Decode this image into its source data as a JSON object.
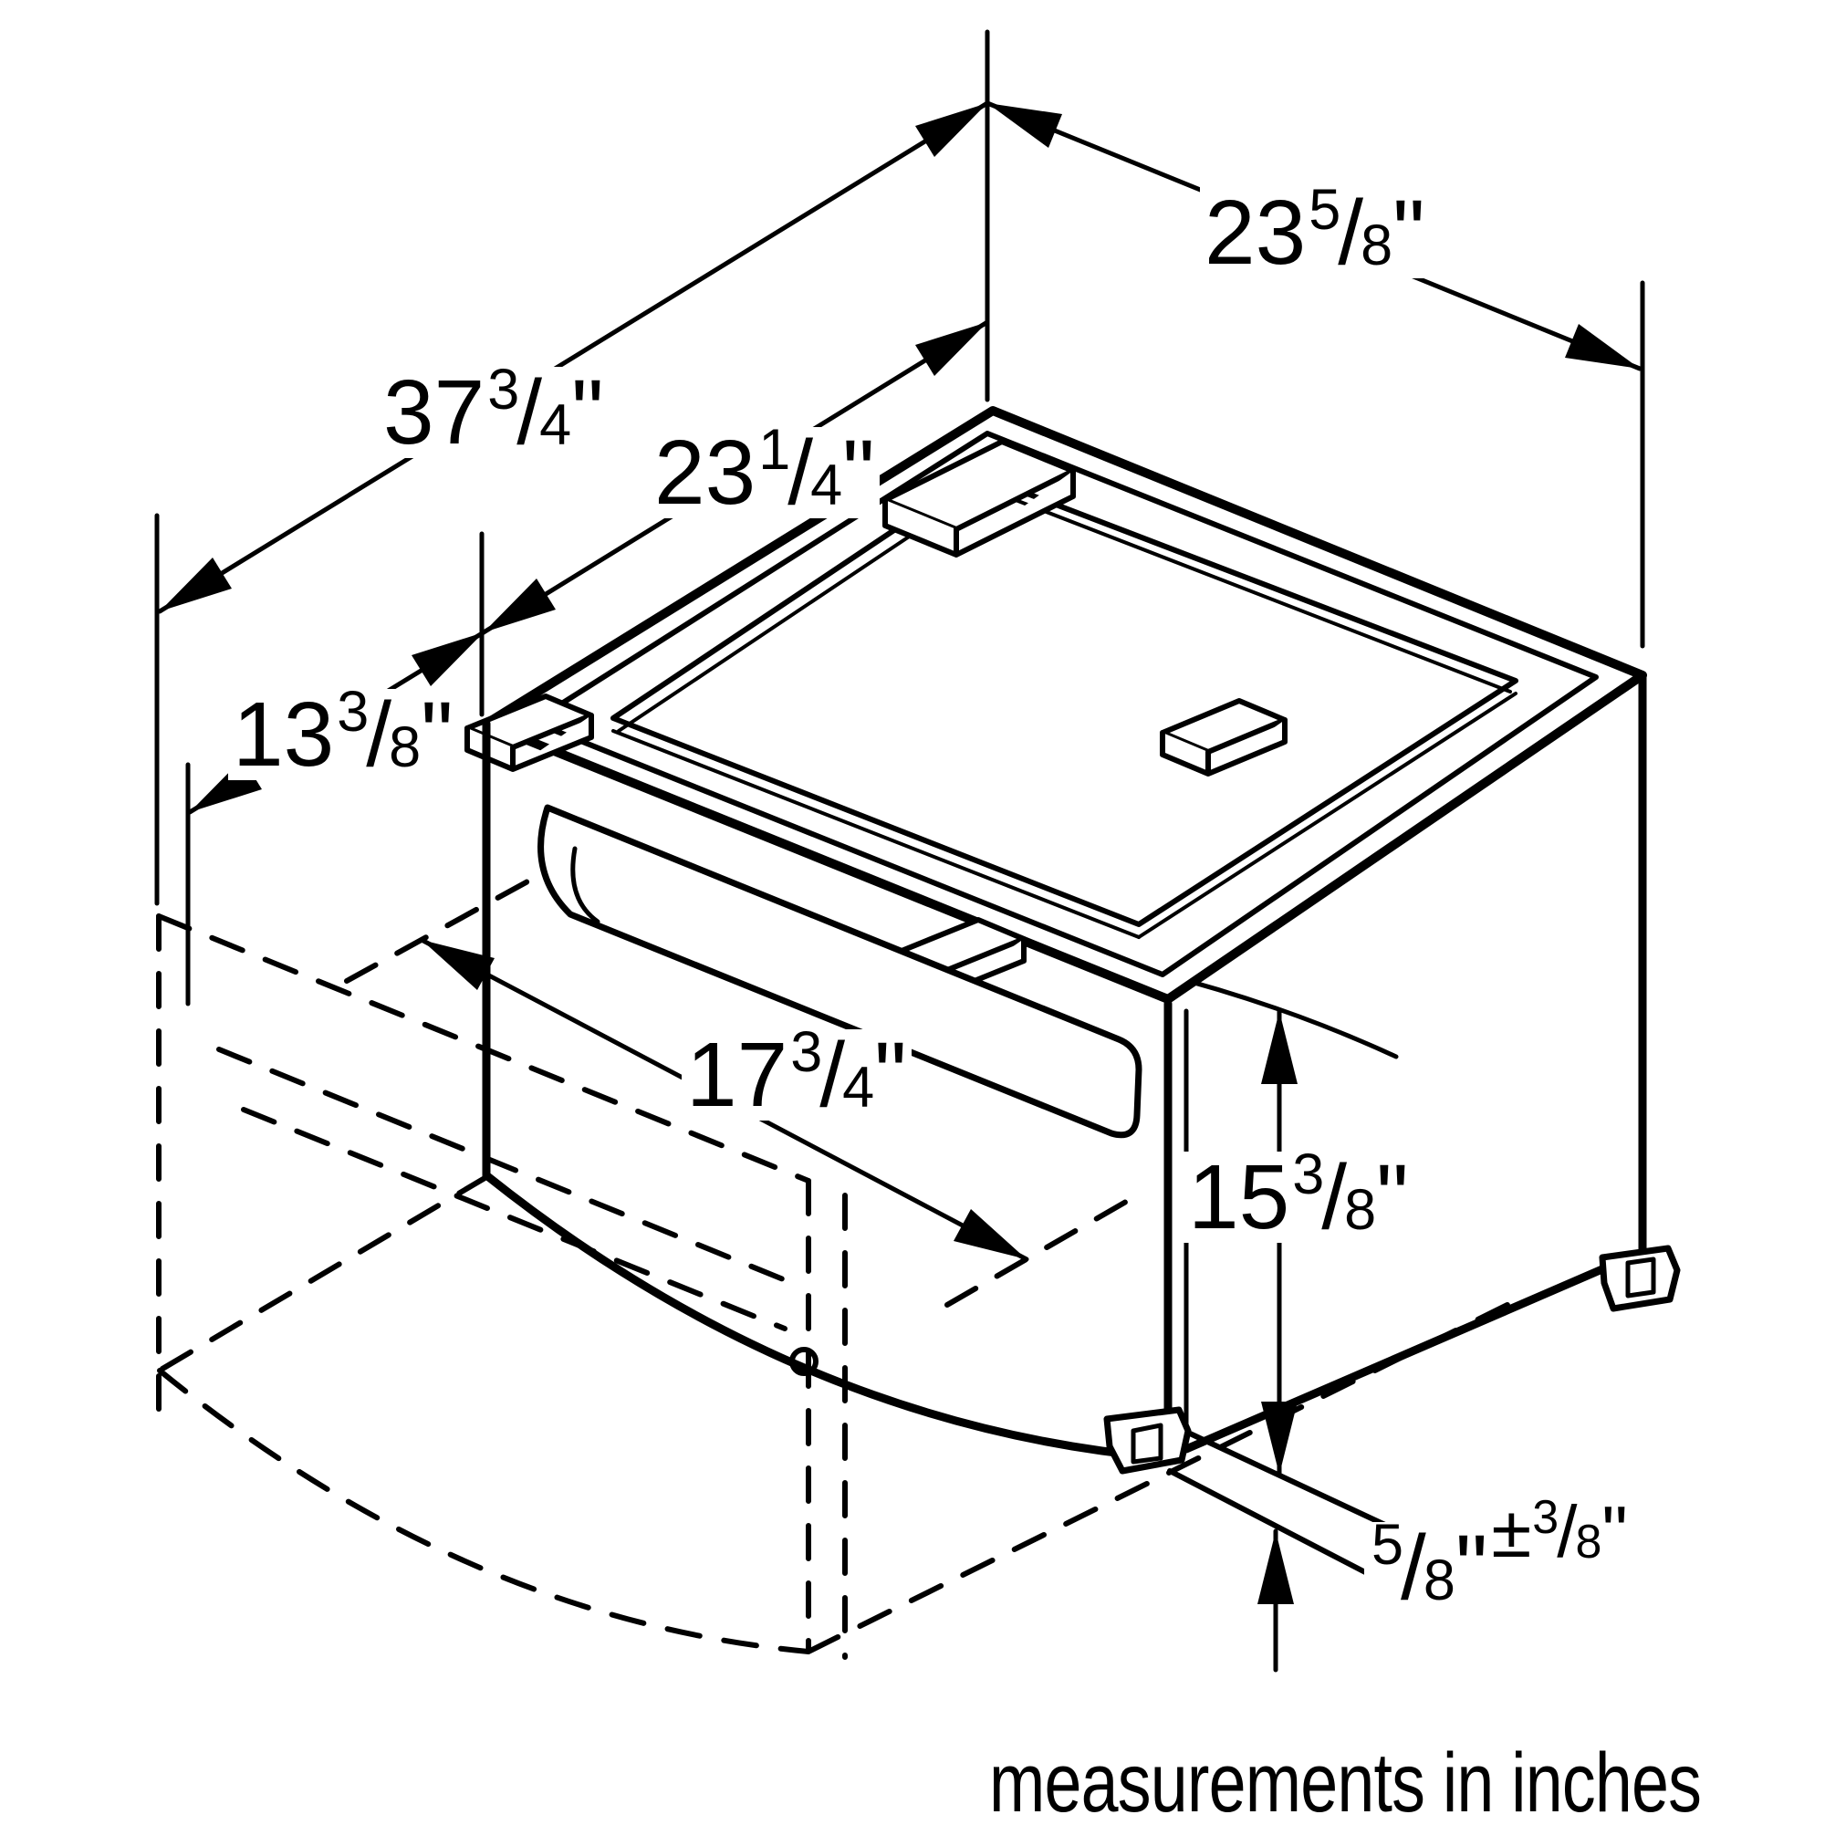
{
  "figure": {
    "kind": "isometric dimension diagram",
    "subject": "appliance pedestal with pull-out storage drawer",
    "background_color": "#ffffff",
    "line_color": "#000000"
  },
  "ui": {
    "fraction_slash": "/"
  },
  "dims": {
    "d37": {
      "whole": "37",
      "num": "3",
      "den": "4",
      "unit": "\""
    },
    "d23e": {
      "whole": "23",
      "num": "5",
      "den": "8",
      "unit": "\""
    },
    "d23q": {
      "whole": "23",
      "num": "1",
      "den": "4",
      "unit": "\""
    },
    "d13": {
      "whole": "13",
      "num": "3",
      "den": "8",
      "unit": "\""
    },
    "d17": {
      "whole": "17",
      "num": "3",
      "den": "4",
      "unit": "\""
    },
    "d15": {
      "whole": "15",
      "num": "3",
      "den": "8",
      "unit": "\""
    },
    "d58": {
      "num": "5",
      "den": "8",
      "unit": "\"",
      "tol_pm": "±",
      "tol_num": "3",
      "tol_den": "8",
      "tol_unit": "\""
    }
  },
  "footer": {
    "units_note": "measurements in inches"
  }
}
